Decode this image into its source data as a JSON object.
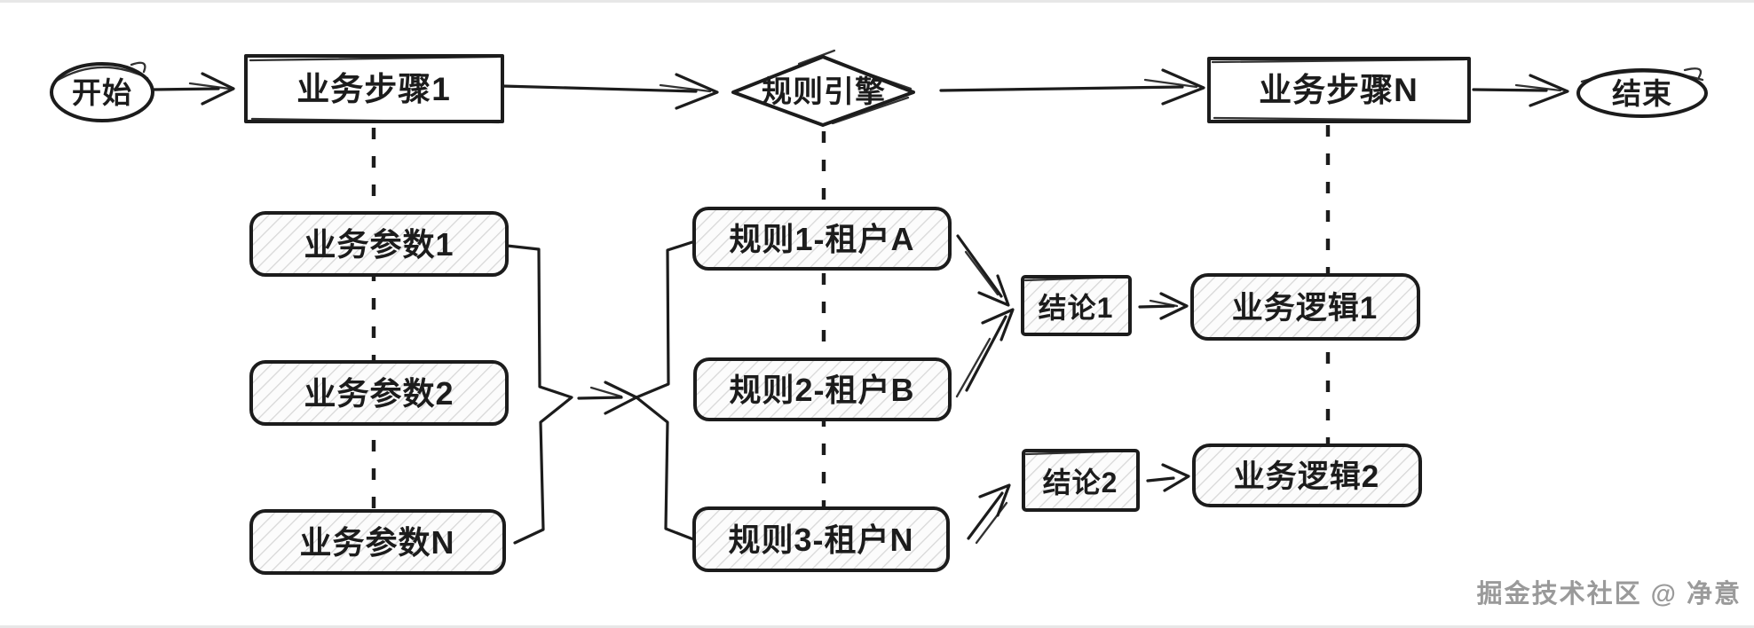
{
  "diagram": {
    "background": "#ffffff",
    "ink_color": "#1c1c1c",
    "hatch_color": "#d8d8d8",
    "style": "hand-drawn flowchart",
    "main_flow": {
      "start": "开始",
      "step1": "业务步骤1",
      "rule_engine": "规则引擎",
      "stepN": "业务步骤N",
      "end": "结束"
    },
    "parameters": {
      "p1": "业务参数1",
      "p2": "业务参数2",
      "pn": "业务参数N"
    },
    "rules": {
      "r1": "规则1-租户A",
      "r2": "规则2-租户B",
      "r3": "规则3-租户N"
    },
    "conclusions": {
      "c1": "结论1",
      "c2": "结论2"
    },
    "logics": {
      "l1": "业务逻辑1",
      "l2": "业务逻辑2"
    },
    "watermark": {
      "text": "掘金技术社区 @ 净意",
      "color": "#9a9a9a"
    }
  }
}
